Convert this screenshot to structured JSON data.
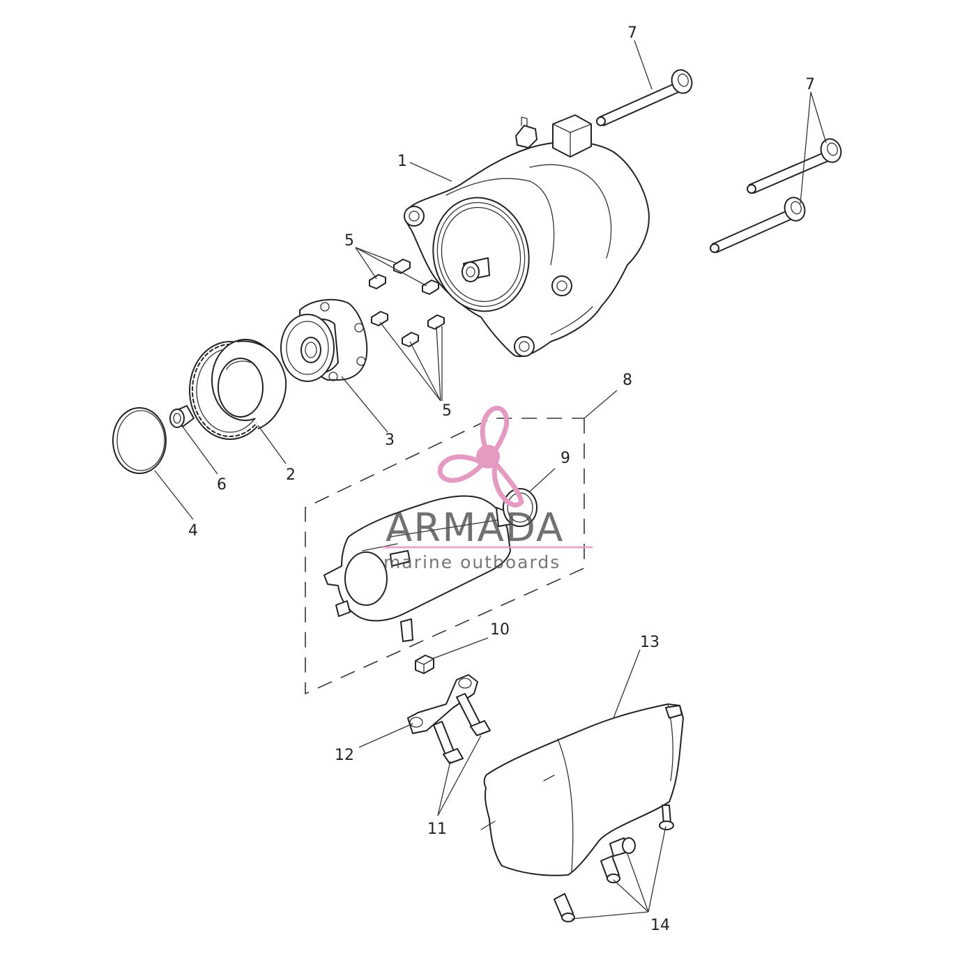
{
  "callouts": {
    "c1": "1",
    "c2": "2",
    "c3": "3",
    "c4": "4",
    "c5a": "5",
    "c5b": "5",
    "c6": "6",
    "c7a": "7",
    "c7b": "7",
    "c8": "8",
    "c9": "9",
    "c10": "10",
    "c11": "11",
    "c12": "12",
    "c13": "13",
    "c14": "14"
  },
  "watermark": {
    "brand": "ARMADA",
    "tagline": "marine outboards",
    "color": "#e59ac2"
  }
}
